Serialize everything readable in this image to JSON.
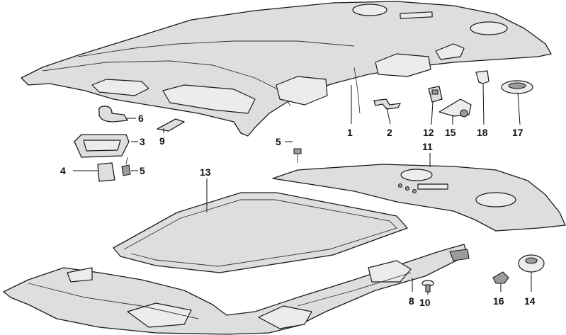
{
  "diagram": {
    "callouts": [
      {
        "id": "p1",
        "label": "1"
      },
      {
        "id": "p2",
        "label": "2"
      },
      {
        "id": "p3",
        "label": "3"
      },
      {
        "id": "p4",
        "label": "4"
      },
      {
        "id": "p5a",
        "label": "5"
      },
      {
        "id": "p5b",
        "label": "5"
      },
      {
        "id": "p6",
        "label": "6"
      },
      {
        "id": "p8",
        "label": "8"
      },
      {
        "id": "p9",
        "label": "9"
      },
      {
        "id": "p10",
        "label": "10"
      },
      {
        "id": "p11",
        "label": "11"
      },
      {
        "id": "p12",
        "label": "12"
      },
      {
        "id": "p13",
        "label": "13"
      },
      {
        "id": "p14",
        "label": "14"
      },
      {
        "id": "p15",
        "label": "15"
      },
      {
        "id": "p16",
        "label": "16"
      },
      {
        "id": "p17",
        "label": "17"
      },
      {
        "id": "p18",
        "label": "18"
      }
    ]
  }
}
